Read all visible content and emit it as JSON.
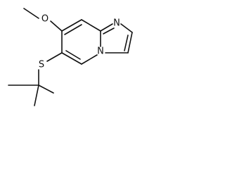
{
  "molecule": {
    "atoms": {
      "oxygen": "O",
      "sulfur": "S",
      "ring_nitrogen": "N",
      "bridge_nitrogen": "N"
    }
  }
}
